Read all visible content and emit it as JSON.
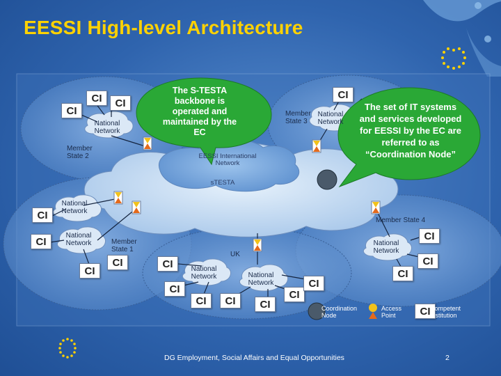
{
  "title": "EESSI High-level Architecture",
  "bubbles": {
    "stesta": "The S-TESTA backbone is operated and maintained by the EC",
    "coordination": "The set of IT systems and services developed for EESSI by the EC are referred to as “Coordination Node”"
  },
  "ci_label": "CI",
  "labels": {
    "national_network": "National Network",
    "member_state_2": "Member State 2",
    "member_state_3": "Member State 3",
    "member_state_1": "Member State 1",
    "member_state_4": "Member State 4",
    "uk": "UK",
    "stesta": "sTESTA",
    "eessi_network": "EESSI International Network"
  },
  "legend": {
    "coordination_node": "Coordination Node",
    "access_point": "Access Point",
    "competent_institution": "Competent Institution",
    "ci": "CI"
  },
  "footer": {
    "text": "DG Employment, Social Affairs and Equal Opportunities",
    "page": "2"
  },
  "colors": {
    "title": "#ffd200",
    "bubble": "#2aa836",
    "access_point_top": "#f2c21b",
    "access_point_bottom": "#e46a1c",
    "coordination_node": "#4a5a6a"
  }
}
